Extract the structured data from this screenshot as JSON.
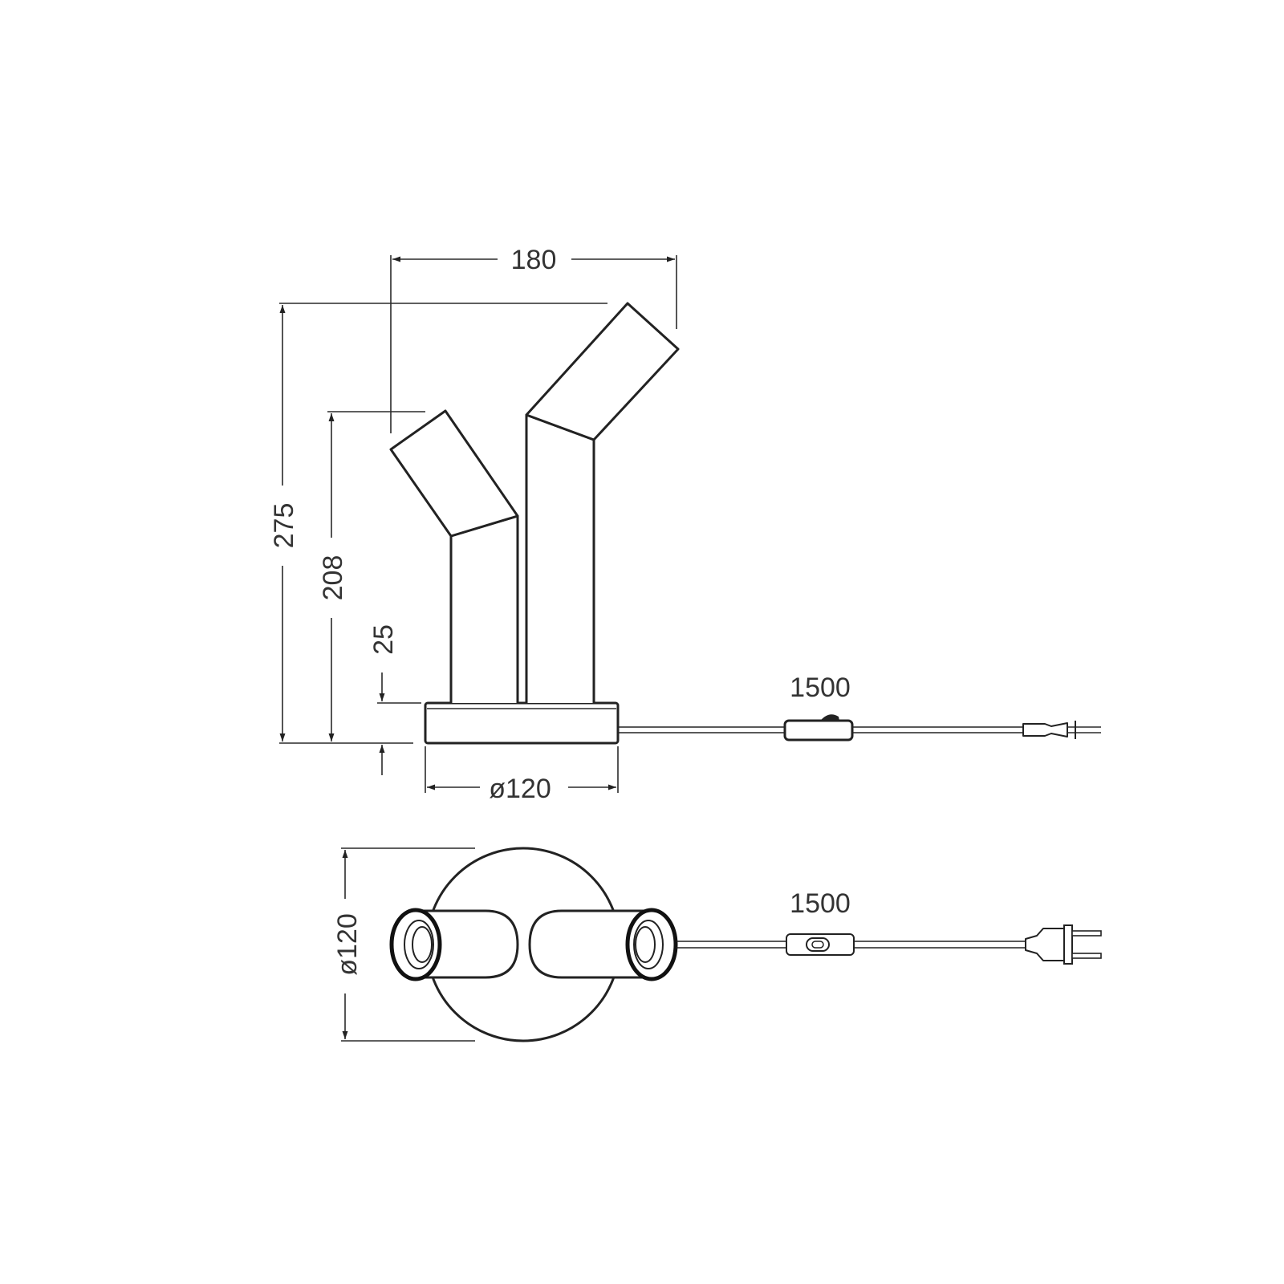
{
  "elevation": {
    "width_label": "180",
    "total_height_label": "275",
    "lower_height_label": "208",
    "base_height_label": "25",
    "cable_length_label": "1500",
    "base_diameter_label": "ø120"
  },
  "top_view": {
    "base_diameter_label": "ø120",
    "cable_length_label": "1500"
  }
}
